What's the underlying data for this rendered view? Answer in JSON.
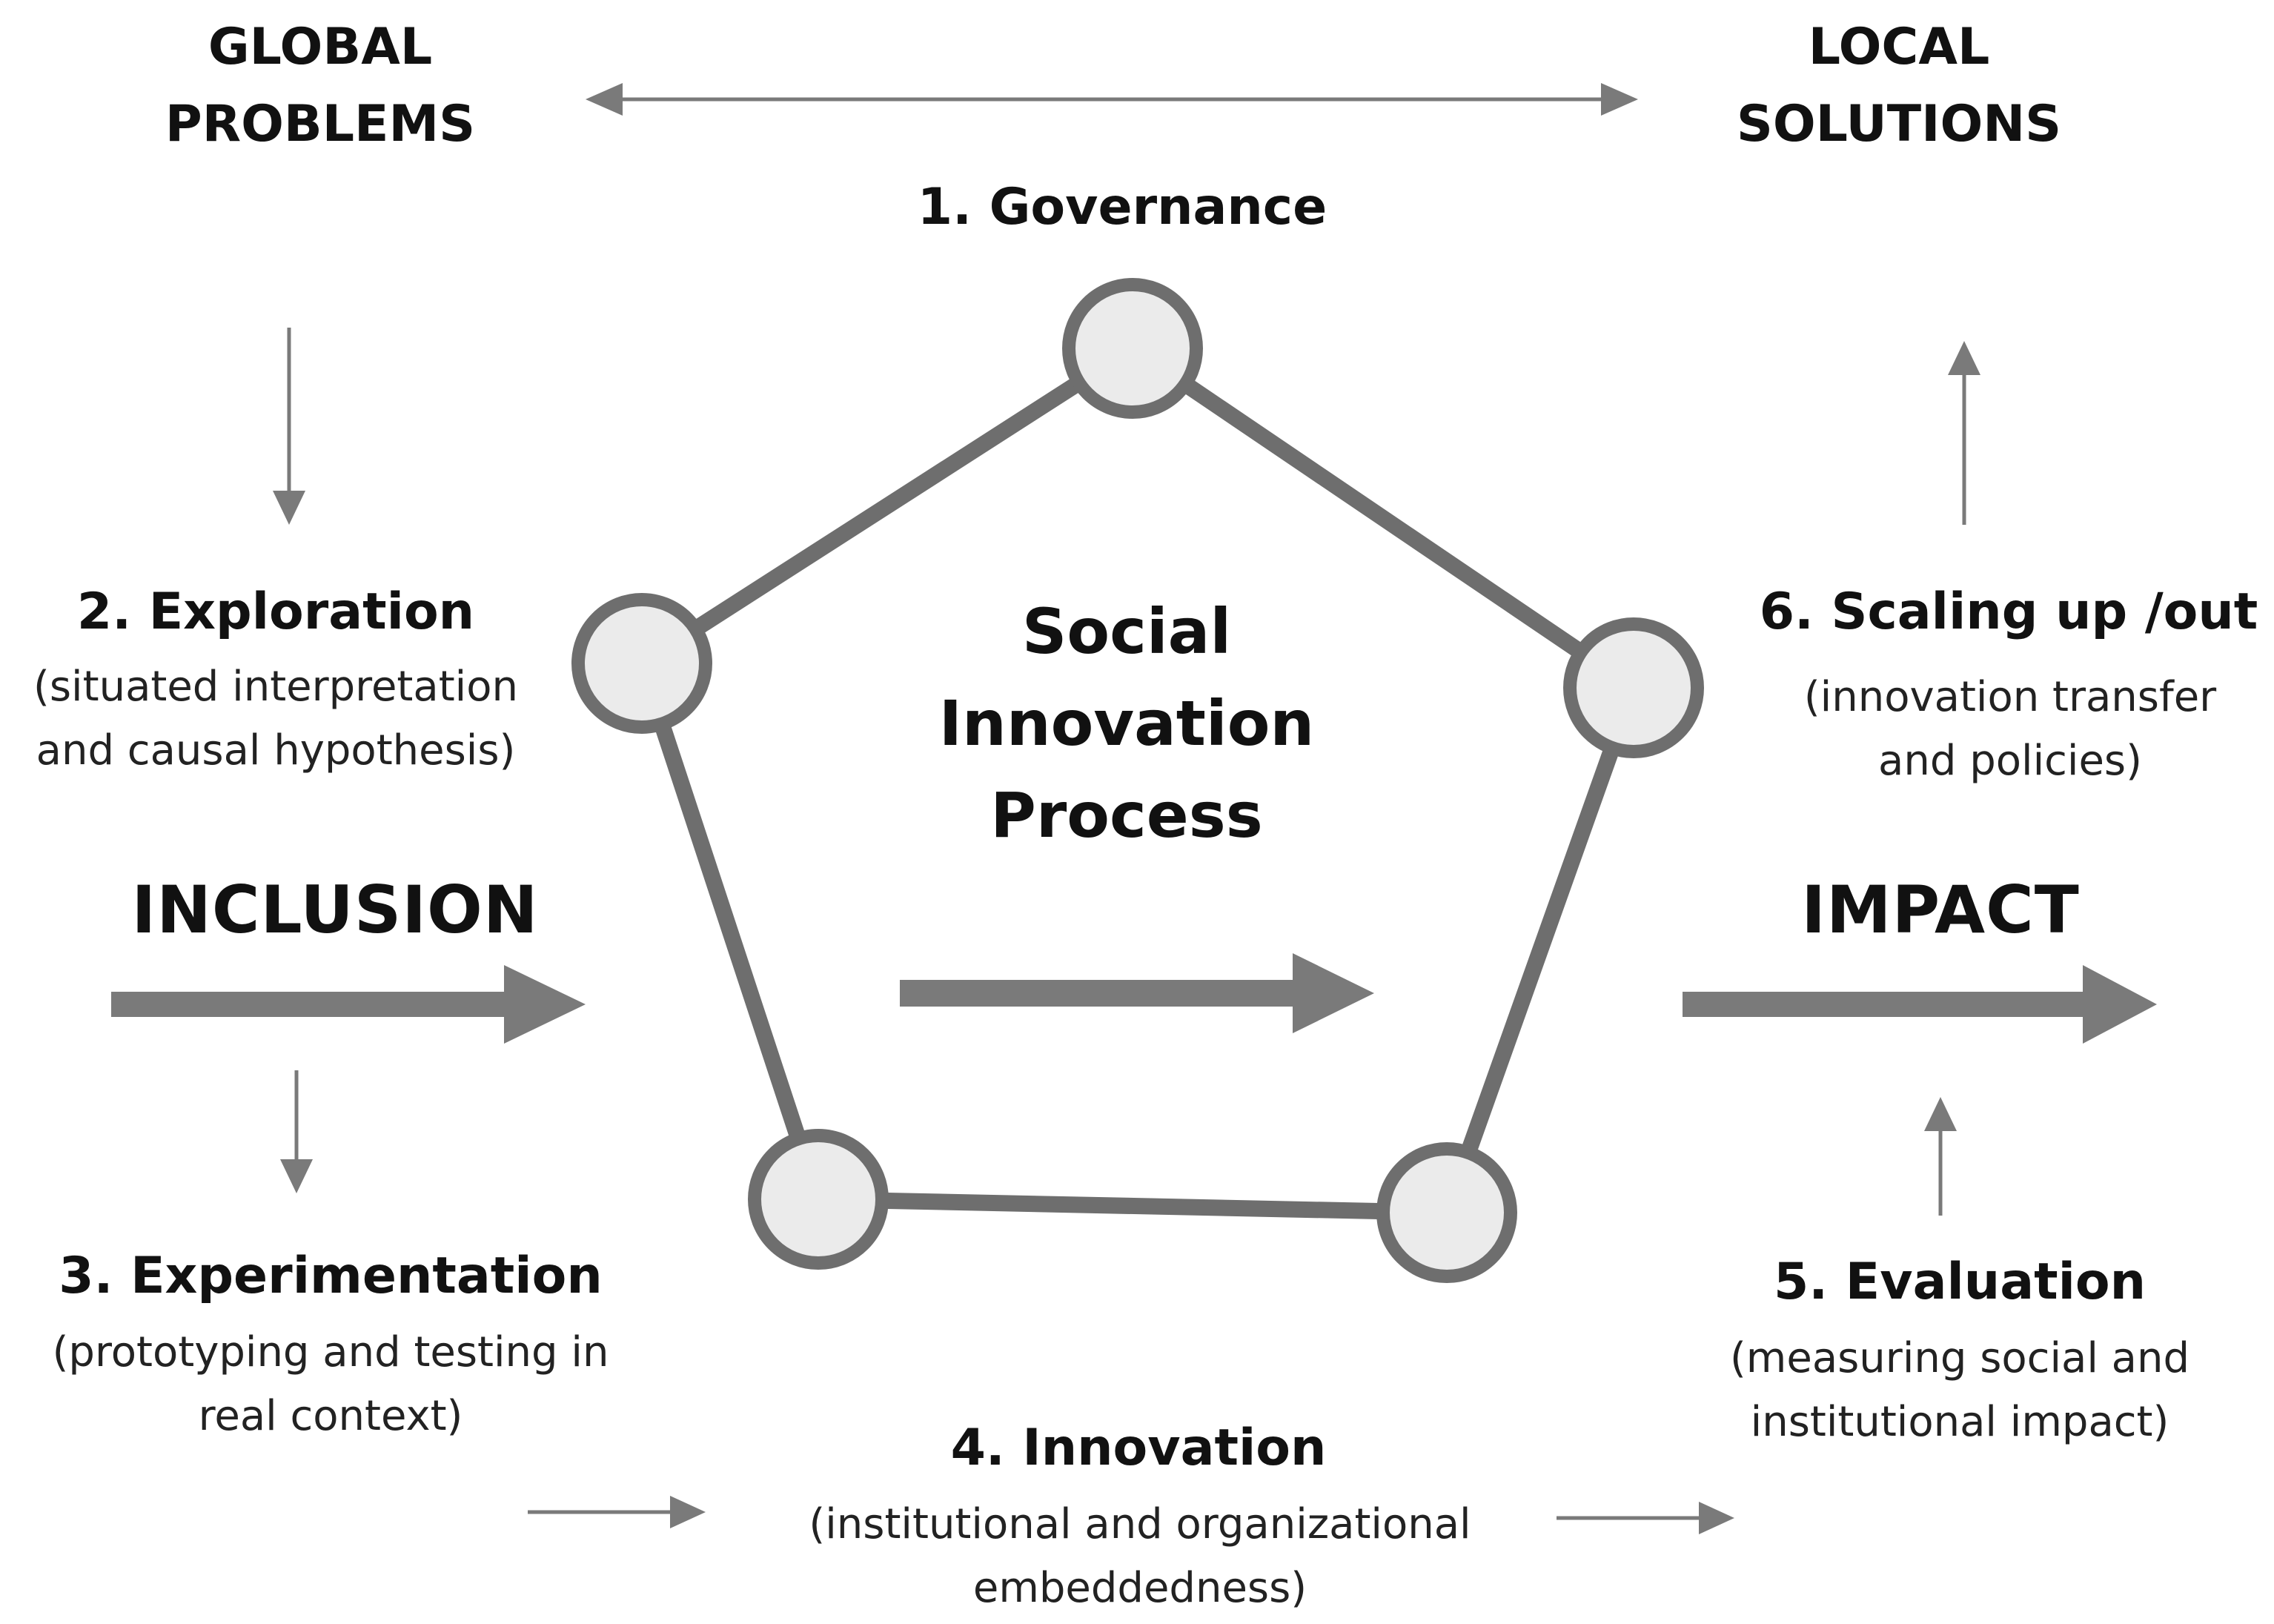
{
  "corners": {
    "global": [
      "GLOBAL",
      "PROBLEMS"
    ],
    "local": [
      "LOCAL",
      "SOLUTIONS"
    ]
  },
  "center_title": [
    "Social",
    "Innovation",
    "Process"
  ],
  "flows": {
    "inclusion": "INCLUSION",
    "impact": "IMPACT"
  },
  "steps": [
    {
      "title": "1. Governance",
      "desc": []
    },
    {
      "title": "2. Exploration",
      "desc": [
        "(situated interpretation",
        "and causal hypothesis)"
      ]
    },
    {
      "title": "3. Experimentation",
      "desc": [
        "(prototyping and testing in",
        "real context)"
      ]
    },
    {
      "title": "4. Innovation",
      "desc": [
        "(institutional and organizational",
        "embeddedness)"
      ]
    },
    {
      "title": "5. Evaluation",
      "desc": [
        "(measuring social and",
        "institutional impact)"
      ]
    },
    {
      "title": "6. Scaling up /out",
      "desc": [
        "(innovation transfer",
        "and policies)"
      ]
    }
  ],
  "colors": {
    "line": "#6e6e6e",
    "node_fill": "#ebebeb",
    "arrow": "#7a7a7a",
    "text": "#111111"
  }
}
